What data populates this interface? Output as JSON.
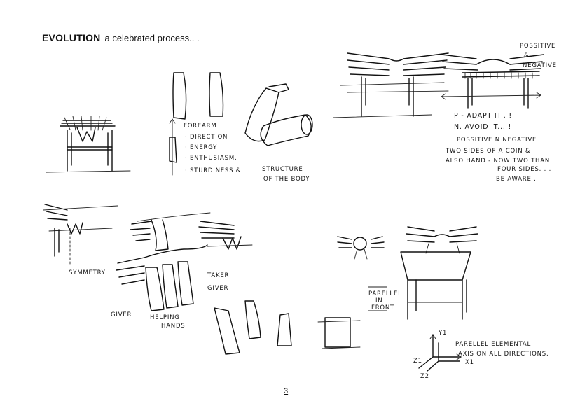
{
  "heading": {
    "bold": "EVOLUTION",
    "rest": "a celebrated process.. ."
  },
  "notes": {
    "forearm": "FOREARM",
    "direction": "· DIRECTION",
    "energy": "· ENERGY",
    "enthusiasm": "· ENTHUSIASM.",
    "sturdiness": "· STURDINESS &",
    "structure": "STRUCTURE",
    "of_the_body": "OF THE BODY",
    "positive": "POSSITIVE",
    "amp": "&",
    "negative": "NEGATIVE",
    "p_line": "P - ADAPT IT.. !",
    "n_line": "N. AVOID IT... !",
    "pos_neg": "POSSITIVE N NEGATIVE",
    "two_sides": "TWO SIDES OF A COIN &",
    "also_hand": "ALSO HAND - NOW TWO THAN",
    "four_sides": "FOUR SIDES. . .",
    "be_aware": "BE AWARE .",
    "symmetry": "SYMMETRY",
    "taker": "TAKER",
    "giver_right": "GIVER",
    "giver_left": "GIVER",
    "helping": "HELPING",
    "hands": "HANDS",
    "parallel": "PARELLEL",
    "in": "IN",
    "front": "FRONT",
    "y1": "Y1",
    "x1": "X1",
    "z1": "Z1",
    "z2": "Z2",
    "parallel_elemental": "PARELLEL ELEMENTAL",
    "axis_all": "AXIS ON ALL DIRECTIONS."
  },
  "page_number": "3"
}
